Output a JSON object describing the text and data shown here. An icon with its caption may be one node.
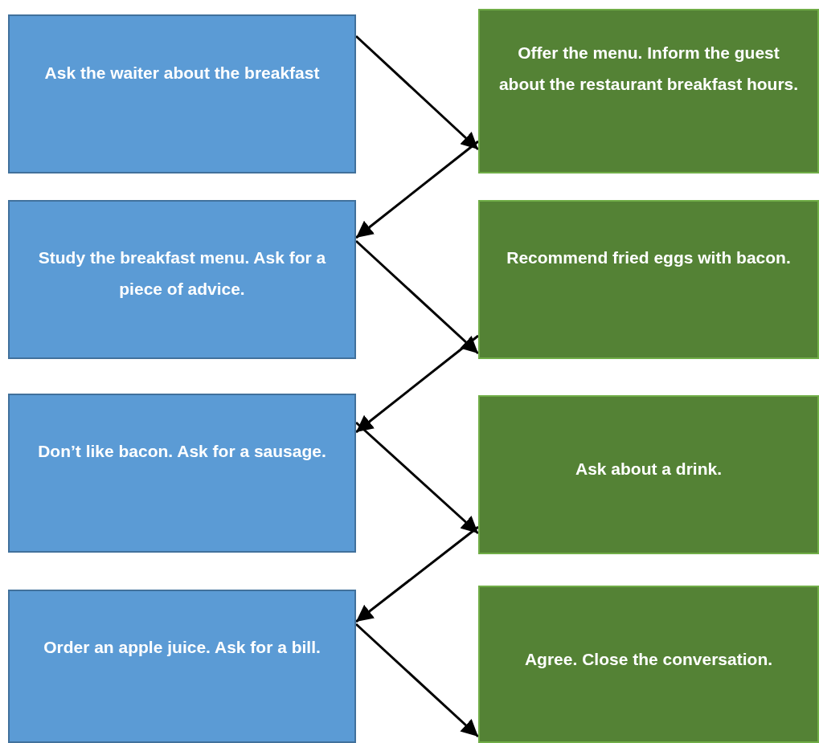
{
  "diagram": {
    "nodes": [
      {
        "text": [
          "Ask the waiter about the breakfast"
        ]
      },
      {
        "text": [
          "Offer the menu. Inform the guest about the restaurant breakfast hours."
        ]
      },
      {
        "text": [
          "Study the breakfast menu. Ask for a piece of advice."
        ]
      },
      {
        "text": [
          "Recommend fried eggs with bacon."
        ]
      },
      {
        "text": [
          "Don’t like bacon. Ask for a sausage."
        ]
      },
      {
        "text": [
          "Ask about a drink."
        ]
      },
      {
        "text": [
          "Order an apple juice. Ask for a bill."
        ]
      },
      {
        "text": [
          "Agree. Close the conversation."
        ]
      }
    ],
    "edges": [
      {
        "from": 0,
        "to": 1,
        "arrow": "to"
      },
      {
        "from": 1,
        "to": 2,
        "arrow": "to"
      },
      {
        "from": 2,
        "to": 3,
        "arrow": "to"
      },
      {
        "from": 3,
        "to": 4,
        "arrow": "to"
      },
      {
        "from": 4,
        "to": 5,
        "arrow": "to"
      },
      {
        "from": 5,
        "to": 6,
        "arrow": "to"
      },
      {
        "from": 6,
        "to": 7,
        "arrow": "to"
      }
    ]
  }
}
